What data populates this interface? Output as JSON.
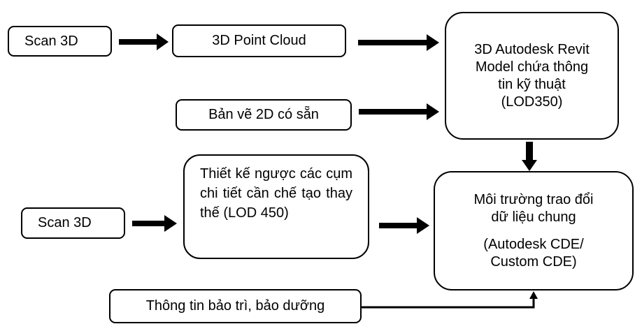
{
  "nodes": {
    "scan_top": "Scan 3D",
    "point_cloud": "3D Point Cloud",
    "revit_model": [
      "3D Autodesk Revit",
      "Model chứa thông",
      "tin kỹ thuật",
      "(LOD350)"
    ],
    "drawing_2d": "Bản vẽ 2D có sẵn",
    "reverse_design": "Thiết kế ngược các cụm chi tiết cần chế tạo thay thế (LOD 450)",
    "scan_bottom": "Scan 3D",
    "cde": [
      "Môi trường trao đổi",
      "dữ liệu chung",
      "(Autodesk CDE/",
      "Custom CDE)"
    ],
    "maintenance": "Thông tin bảo trì, bảo dưỡng"
  },
  "colors": {
    "stroke": "#000000",
    "fill": "#ffffff"
  }
}
